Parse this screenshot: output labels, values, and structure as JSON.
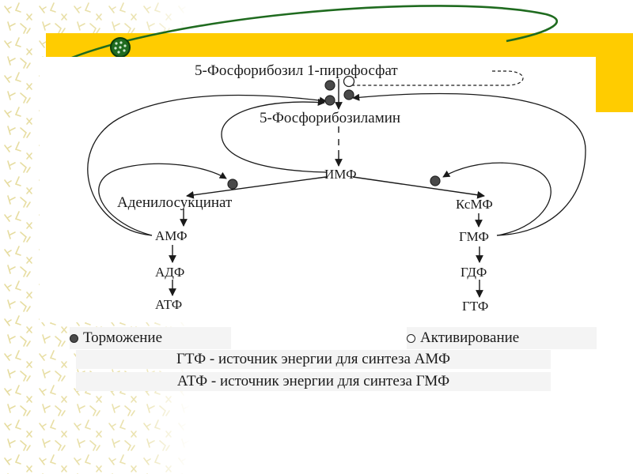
{
  "diagram": {
    "nodes": {
      "prpp": "5-Фосфорибозил 1-пирофосфат",
      "pra": "5-Фосфорибозиламин",
      "imp": "ИМФ",
      "adenylosuccinate": "Аденилосукцинат",
      "xmp": "КсМФ",
      "amp": "АМФ",
      "adp": "АДФ",
      "atp": "АТФ",
      "gmp": "ГМФ",
      "gdp": "ГДФ",
      "gtp": "ГТФ"
    },
    "legend": {
      "inhibition": "Торможение",
      "activation": "Активирование"
    },
    "notes": [
      "ГТФ - источник энергии для синтеза АМФ",
      "АТФ - источник энергии для синтеза ГМФ"
    ]
  },
  "colors": {
    "band": "#ffcc00",
    "accent_green": "#1f6b1f",
    "pattern": "#e0d89a",
    "inhibitor_dot": "#4a4a4a"
  }
}
